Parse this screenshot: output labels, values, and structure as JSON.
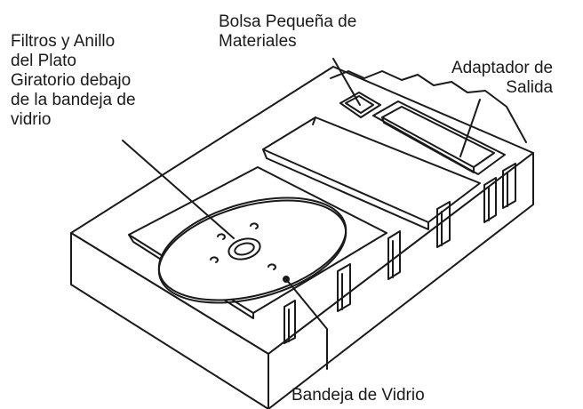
{
  "labels": {
    "filters": {
      "lines": [
        "Filtros y Anillo",
        "del Plato",
        "Giratorio debajo",
        "de la bandeja de",
        "vidrio"
      ]
    },
    "small_bag": {
      "lines": [
        "Bolsa Pequeña de",
        "Materiales"
      ]
    },
    "outlet_adapter": {
      "lines": [
        "Adaptador de",
        "Salida"
      ]
    },
    "glass_tray": {
      "lines": [
        "Bandeja de Vidrio"
      ]
    }
  },
  "colors": {
    "line": "#1a1a1a",
    "fill": "#ffffff"
  }
}
